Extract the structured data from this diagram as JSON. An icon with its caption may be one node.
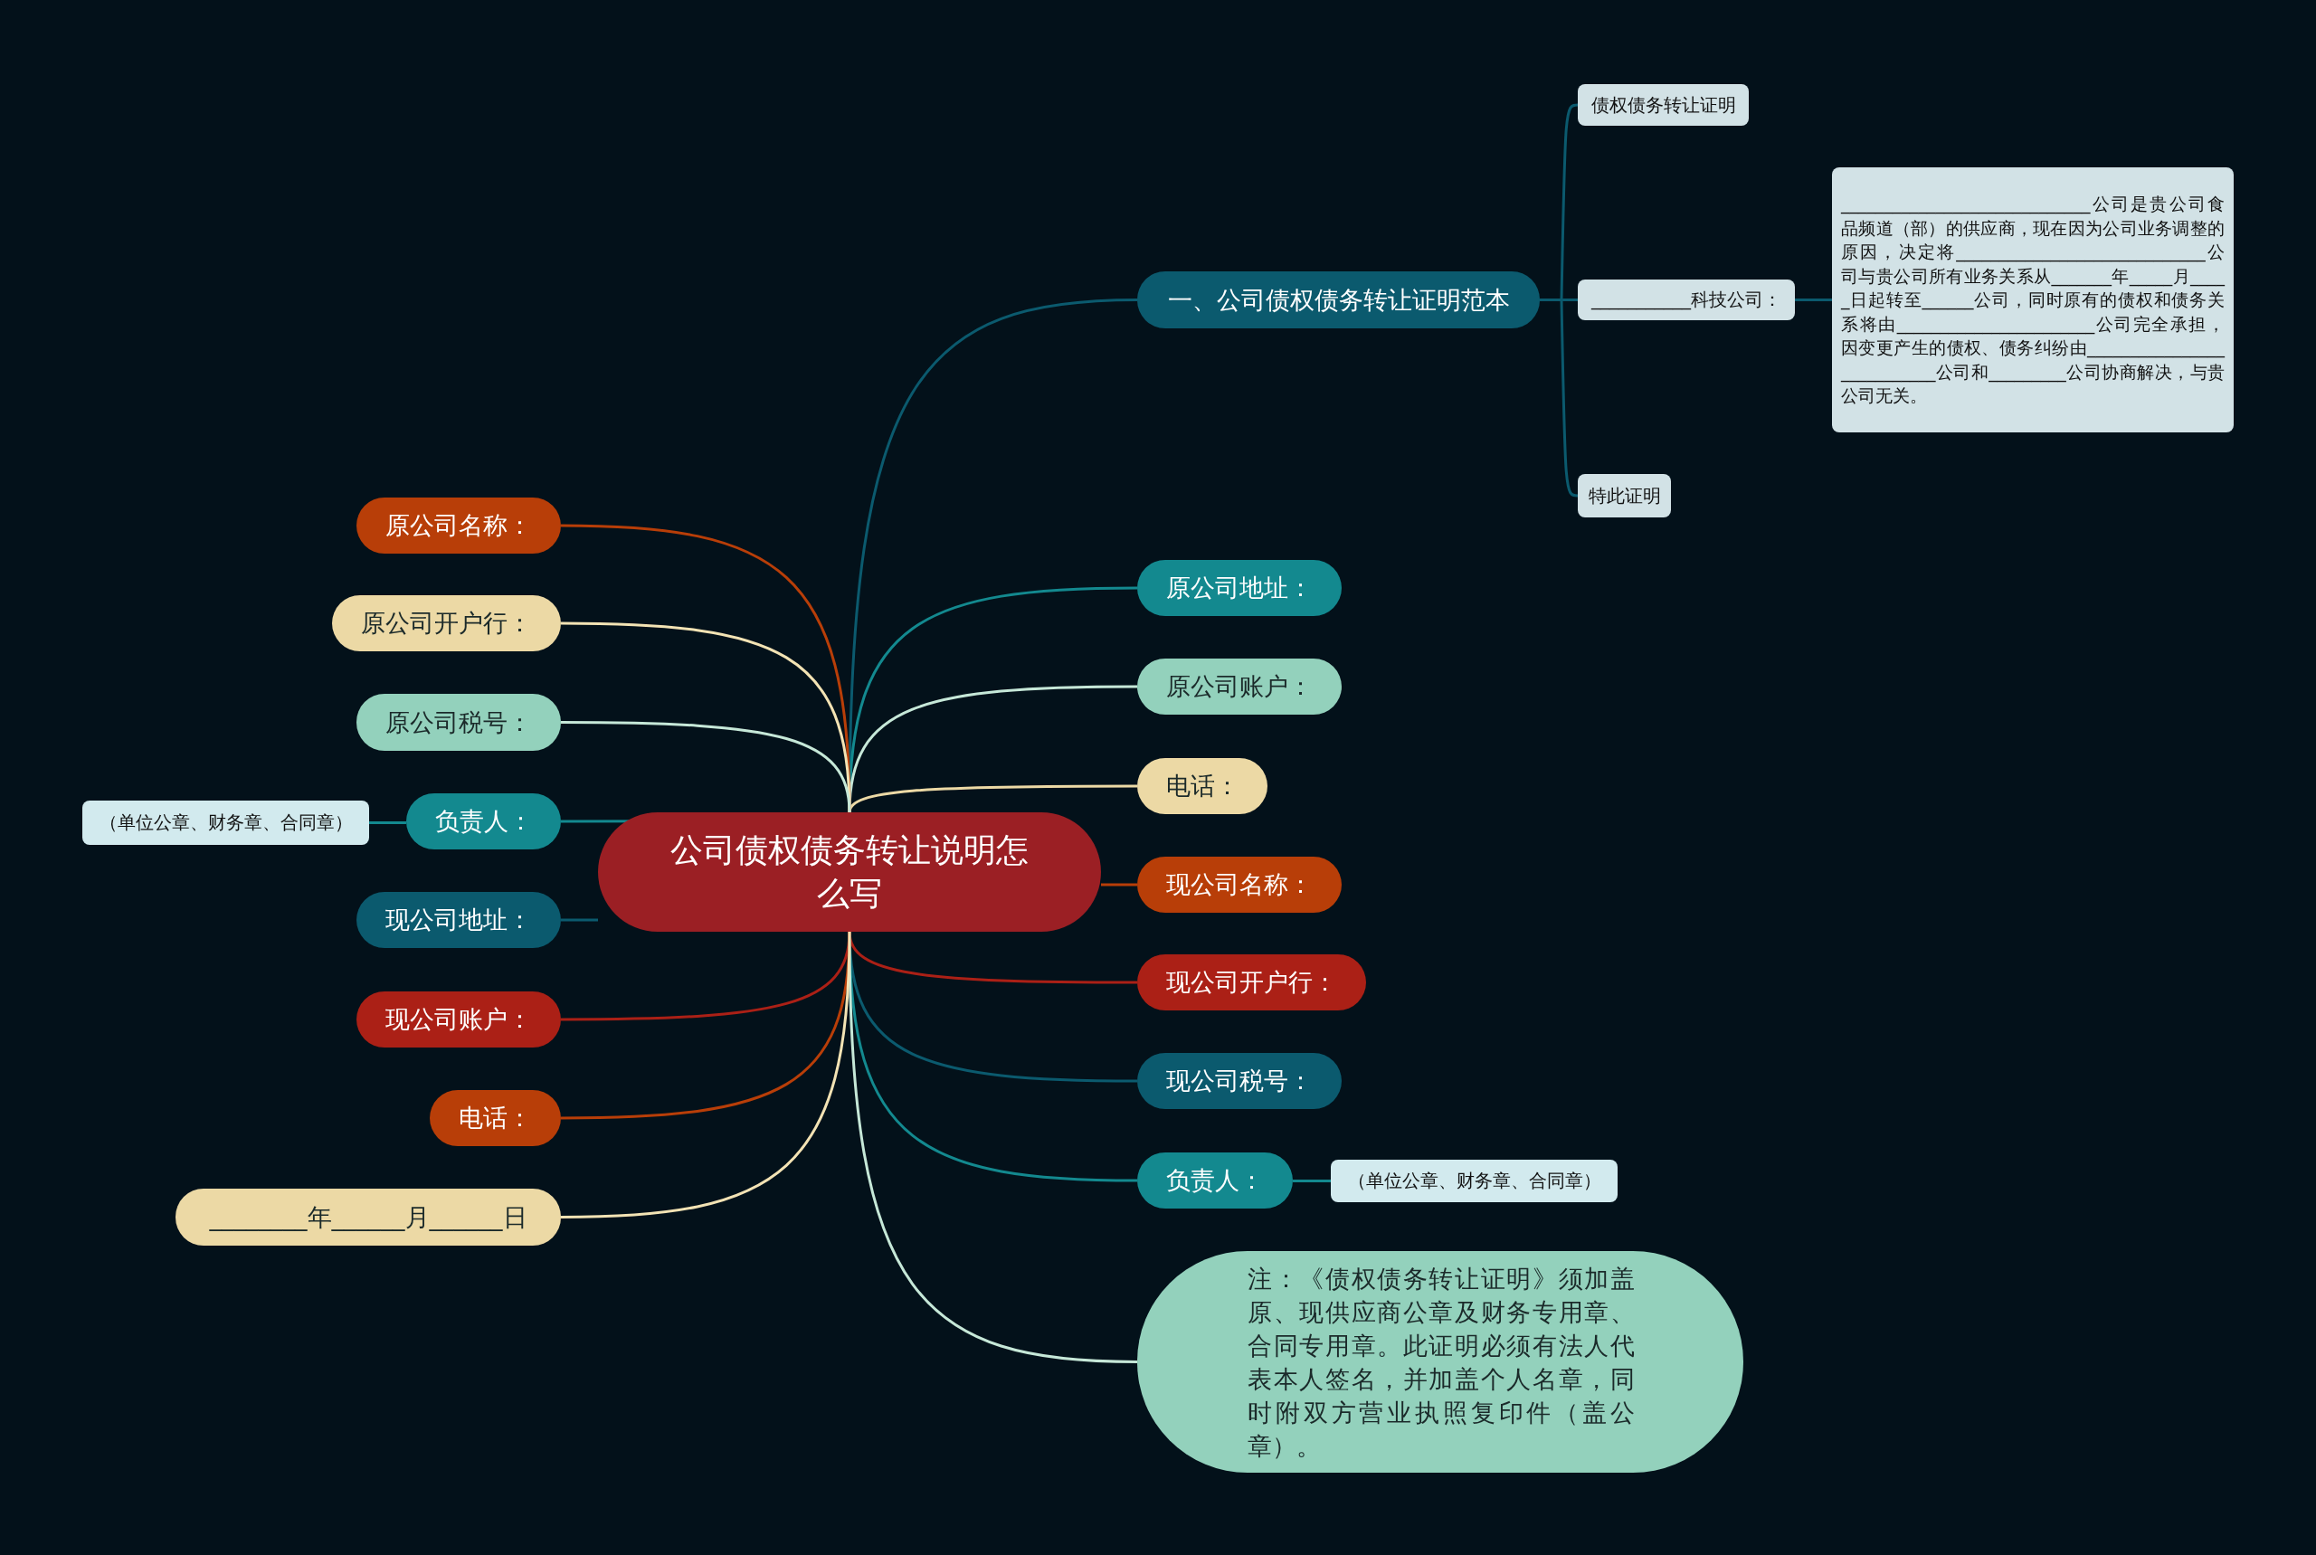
{
  "diagram": {
    "nodes": [
      {
        "text": [
          "公司债权债务转让说明怎么写"
        ]
      },
      {
        "text": [
          "一、公司债权债务转让证明范本"
        ]
      },
      {
        "text": [
          "债权债务转让证明"
        ]
      },
      {
        "text": [
          "___________科技公司："
        ]
      },
      {
        "text": [
          "_____________________________公司是贵公司食品频道（部）的供应商，现在因为公司业务调整的原因，决定将_____________________________公司与贵公司所有业务关系从_______年_____月_____日起转至______公司，同时原有的债权和债务关系将由_______________________公司完全承担，因变更产生的债权、债务纠纷由___________________________公司和_________公司协商解决，与贵公司无关。"
        ]
      },
      {
        "text": [
          "特此证明"
        ]
      },
      {
        "text": [
          "原公司地址："
        ]
      },
      {
        "text": [
          "原公司账户："
        ]
      },
      {
        "text": [
          "电话："
        ]
      },
      {
        "text": [
          "现公司名称："
        ]
      },
      {
        "text": [
          "现公司开户行："
        ]
      },
      {
        "text": [
          "现公司税号："
        ]
      },
      {
        "text": [
          "负责人："
        ]
      },
      {
        "text": [
          "（单位公章、财务章、合同章）"
        ]
      },
      {
        "text": [
          "注：《债权债务转让证明》须加盖原、现供应商公章及财务专用章、合同专用章。此证明必须有法人代表本人签名，并加盖个人名章，同时附双方营业执照复印件（盖公章）。"
        ]
      },
      {
        "text": [
          "原公司名称："
        ]
      },
      {
        "text": [
          "原公司开户行："
        ]
      },
      {
        "text": [
          "原公司税号："
        ]
      },
      {
        "text": [
          "负责人："
        ]
      },
      {
        "text": [
          "（单位公章、财务章、合同章）"
        ]
      },
      {
        "text": [
          "现公司地址："
        ]
      },
      {
        "text": [
          "现公司账户："
        ]
      },
      {
        "text": [
          "电话："
        ]
      },
      {
        "text": [
          "________年______月______日"
        ]
      }
    ],
    "edges": [
      {
        "from": 0,
        "to": 1,
        "arrow": "none",
        "color": "#0b5a6e"
      },
      {
        "from": 1,
        "to": 2,
        "arrow": "none",
        "color": "#0b5a6e"
      },
      {
        "from": 1,
        "to": 3,
        "arrow": "none",
        "color": "#0b5a6e"
      },
      {
        "from": 3,
        "to": 4,
        "arrow": "none",
        "color": "#0b5a6e"
      },
      {
        "from": 1,
        "to": 5,
        "arrow": "none",
        "color": "#0b5a6e"
      },
      {
        "from": 0,
        "to": 6,
        "arrow": "none",
        "color": "#13898f"
      },
      {
        "from": 0,
        "to": 7,
        "arrow": "none",
        "color": "#c6e8d8"
      },
      {
        "from": 0,
        "to": 8,
        "arrow": "none",
        "color": "#ecd9a5"
      },
      {
        "from": 0,
        "to": 9,
        "arrow": "none",
        "color": "#b83e08"
      },
      {
        "from": 0,
        "to": 10,
        "arrow": "none",
        "color": "#ab2016"
      },
      {
        "from": 0,
        "to": 11,
        "arrow": "none",
        "color": "#0b5a6e"
      },
      {
        "from": 0,
        "to": 12,
        "arrow": "none",
        "color": "#13898f"
      },
      {
        "from": 12,
        "to": 13,
        "arrow": "none",
        "color": "#13898f"
      },
      {
        "from": 0,
        "to": 14,
        "arrow": "none",
        "color": "#c6e8d8"
      },
      {
        "from": 0,
        "to": 15,
        "arrow": "none",
        "color": "#b83e08"
      },
      {
        "from": 0,
        "to": 16,
        "arrow": "none",
        "color": "#f3e3b4"
      },
      {
        "from": 0,
        "to": 17,
        "arrow": "none",
        "color": "#c6e8d8"
      },
      {
        "from": 0,
        "to": 18,
        "arrow": "none",
        "color": "#13898f"
      },
      {
        "from": 18,
        "to": 19,
        "arrow": "none",
        "color": "#13898f"
      },
      {
        "from": 0,
        "to": 20,
        "arrow": "none",
        "color": "#0b5a6e"
      },
      {
        "from": 0,
        "to": 21,
        "arrow": "none",
        "color": "#ab2016"
      },
      {
        "from": 0,
        "to": 22,
        "arrow": "none",
        "color": "#b83e08"
      },
      {
        "from": 0,
        "to": 23,
        "arrow": "none",
        "color": "#f3e3b4"
      }
    ]
  }
}
